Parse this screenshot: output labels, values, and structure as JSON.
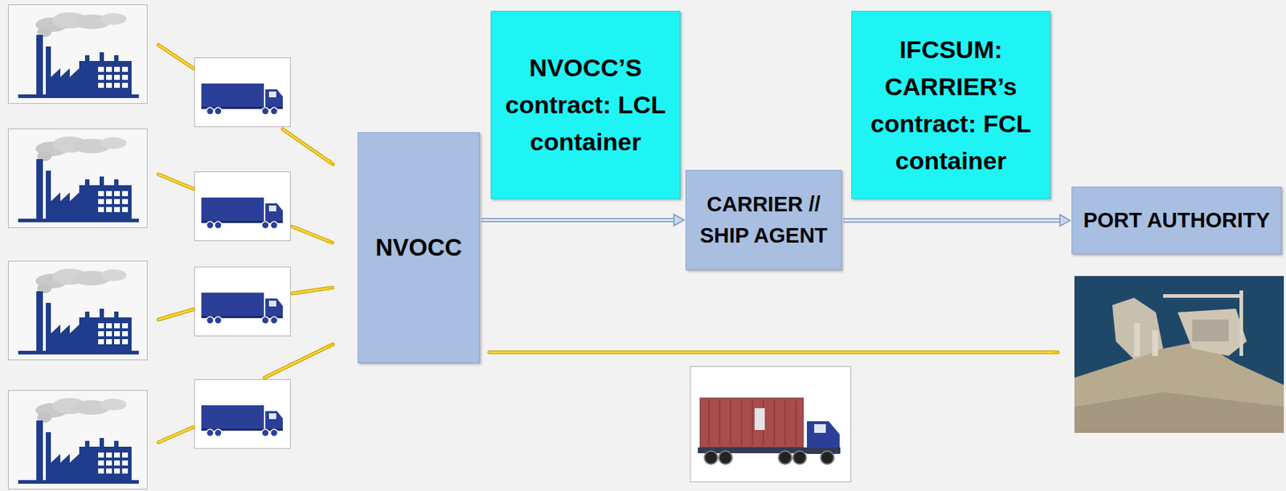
{
  "diagram": {
    "nodes": [
      {
        "text": [
          "NVOCC"
        ]
      },
      {
        "text": [
          "NVOCC’S contract: LCL container"
        ]
      },
      {
        "text": [
          "CARRIER // SHIP AGENT"
        ]
      },
      {
        "text": [
          "IFCSUM: CARRIER’s contract: FCL container"
        ]
      },
      {
        "text": [
          "PORT AUTHORITY"
        ]
      }
    ],
    "edges": [
      {
        "from": 0,
        "to": 2,
        "arrow": "to"
      },
      {
        "from": 2,
        "to": 4,
        "arrow": "to"
      }
    ]
  }
}
